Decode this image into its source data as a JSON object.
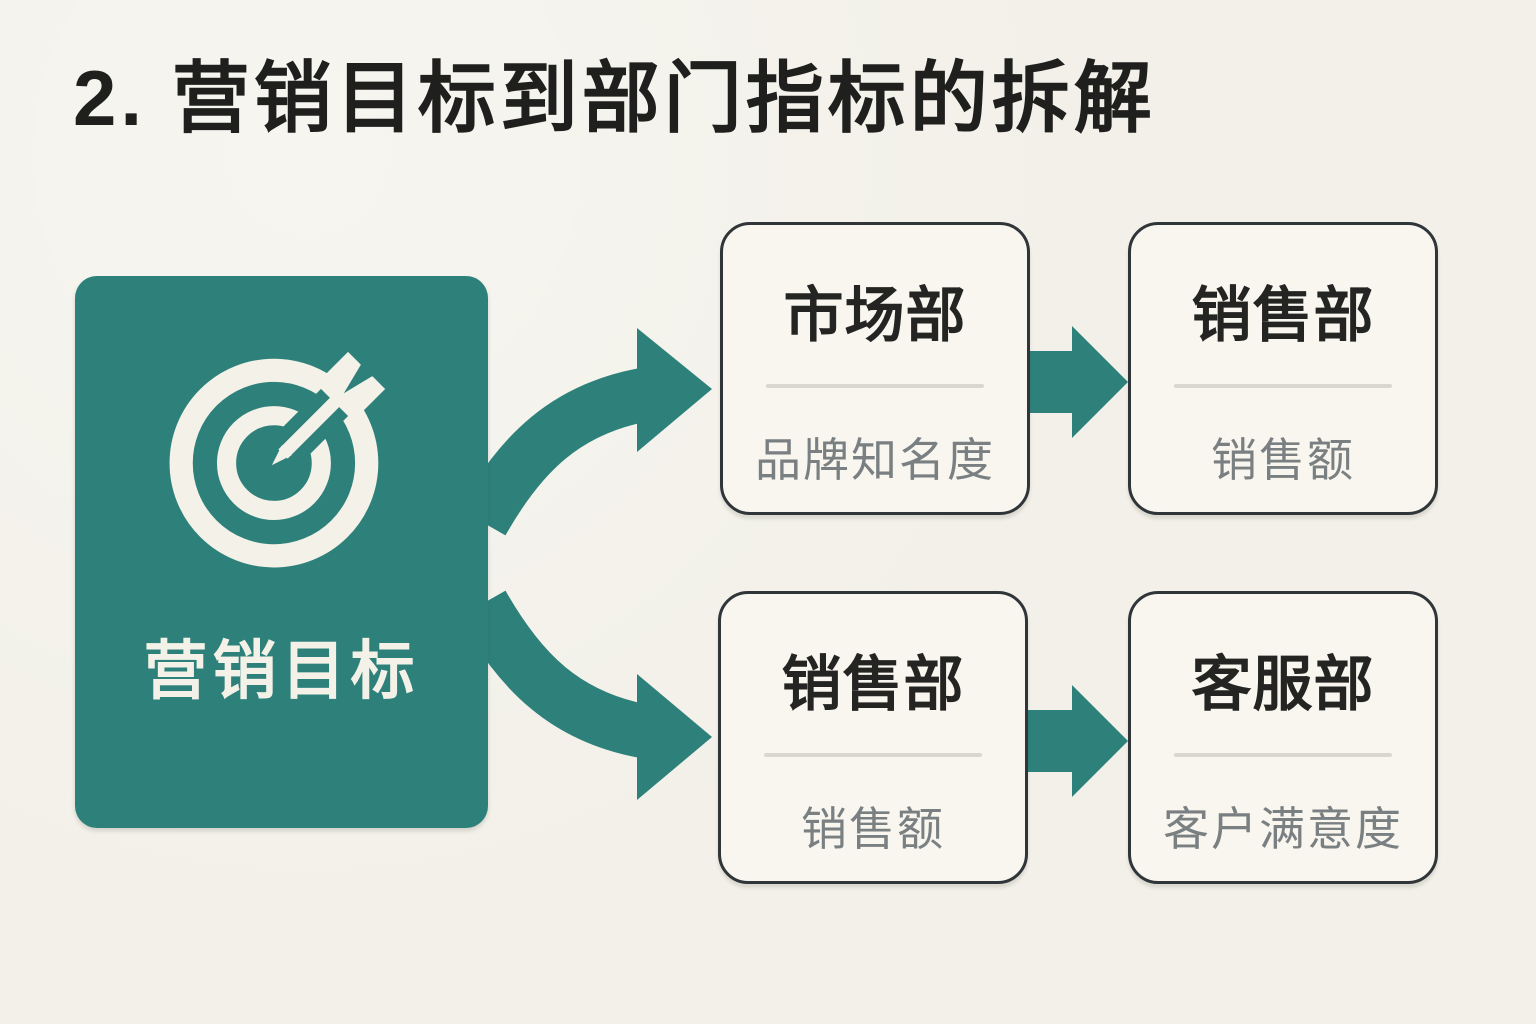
{
  "title": "2. 营销目标到部门指标的拆解",
  "source": {
    "label": "营销目标",
    "icon": "target-arrow-icon"
  },
  "flows": [
    {
      "from": {
        "dept": "市场部",
        "metric": "品牌知名度"
      },
      "to": {
        "dept": "销售部",
        "metric": "销售额"
      }
    },
    {
      "from": {
        "dept": "销售部",
        "metric": "销售额"
      },
      "to": {
        "dept": "客服部",
        "metric": "客户满意度"
      }
    }
  ],
  "colors": {
    "background": "#f2f0e8",
    "accent": "#2e817b",
    "card_bg": "#f8f6ef",
    "card_border": "#30353a",
    "ink": "#1f201e",
    "muted": "#7a8082",
    "divider": "#d9d8d0",
    "cream": "#f4f2e8"
  }
}
